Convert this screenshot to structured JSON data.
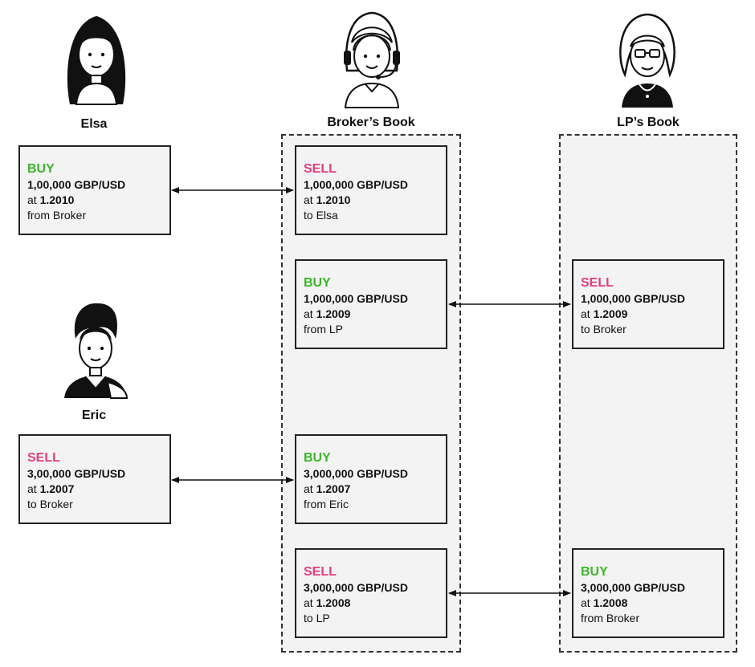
{
  "colors": {
    "buy": "#3cb52b",
    "sell": "#e0407e",
    "border": "#222222",
    "box_bg": "#f3f3f3"
  },
  "labels": {
    "elsa": "Elsa",
    "eric": "Eric",
    "broker_book": "Broker’s Book",
    "lp_book": "LP’s Book"
  },
  "avatars": {
    "elsa": "woman-long-hair-icon",
    "broker": "woman-headset-icon",
    "lp": "older-woman-glasses-icon",
    "eric": "man-icon"
  },
  "trades": {
    "elsa": {
      "side": "BUY",
      "qty": "1,00,000 GBP/USD",
      "at": "at ",
      "rate": "1.2010",
      "cp": "from Broker"
    },
    "broker_sell_elsa": {
      "side": "SELL",
      "qty": "1,000,000 GBP/USD",
      "at": "at ",
      "rate": "1.2010",
      "cp": "to Elsa"
    },
    "broker_buy_lp": {
      "side": "BUY",
      "qty": "1,000,000 GBP/USD",
      "at": "at ",
      "rate": "1.2009",
      "cp": "from LP"
    },
    "lp_sell_broker": {
      "side": "SELL",
      "qty": "1,000,000 GBP/USD",
      "at": "at ",
      "rate": "1.2009",
      "cp": "to Broker"
    },
    "eric": {
      "side": "SELL",
      "qty": "3,00,000 GBP/USD",
      "at": "at ",
      "rate": "1.2007",
      "cp": "to Broker"
    },
    "broker_buy_eric": {
      "side": "BUY",
      "qty": "3,000,000 GBP/USD",
      "at": "at ",
      "rate": "1.2007",
      "cp": "from Eric"
    },
    "broker_sell_lp": {
      "side": "SELL",
      "qty": "3,000,000 GBP/USD",
      "at": "at ",
      "rate": "1.2008",
      "cp": "to LP"
    },
    "lp_buy_broker": {
      "side": "BUY",
      "qty": "3,000,000 GBP/USD",
      "at": "at ",
      "rate": "1.2008",
      "cp": "from Broker"
    }
  }
}
